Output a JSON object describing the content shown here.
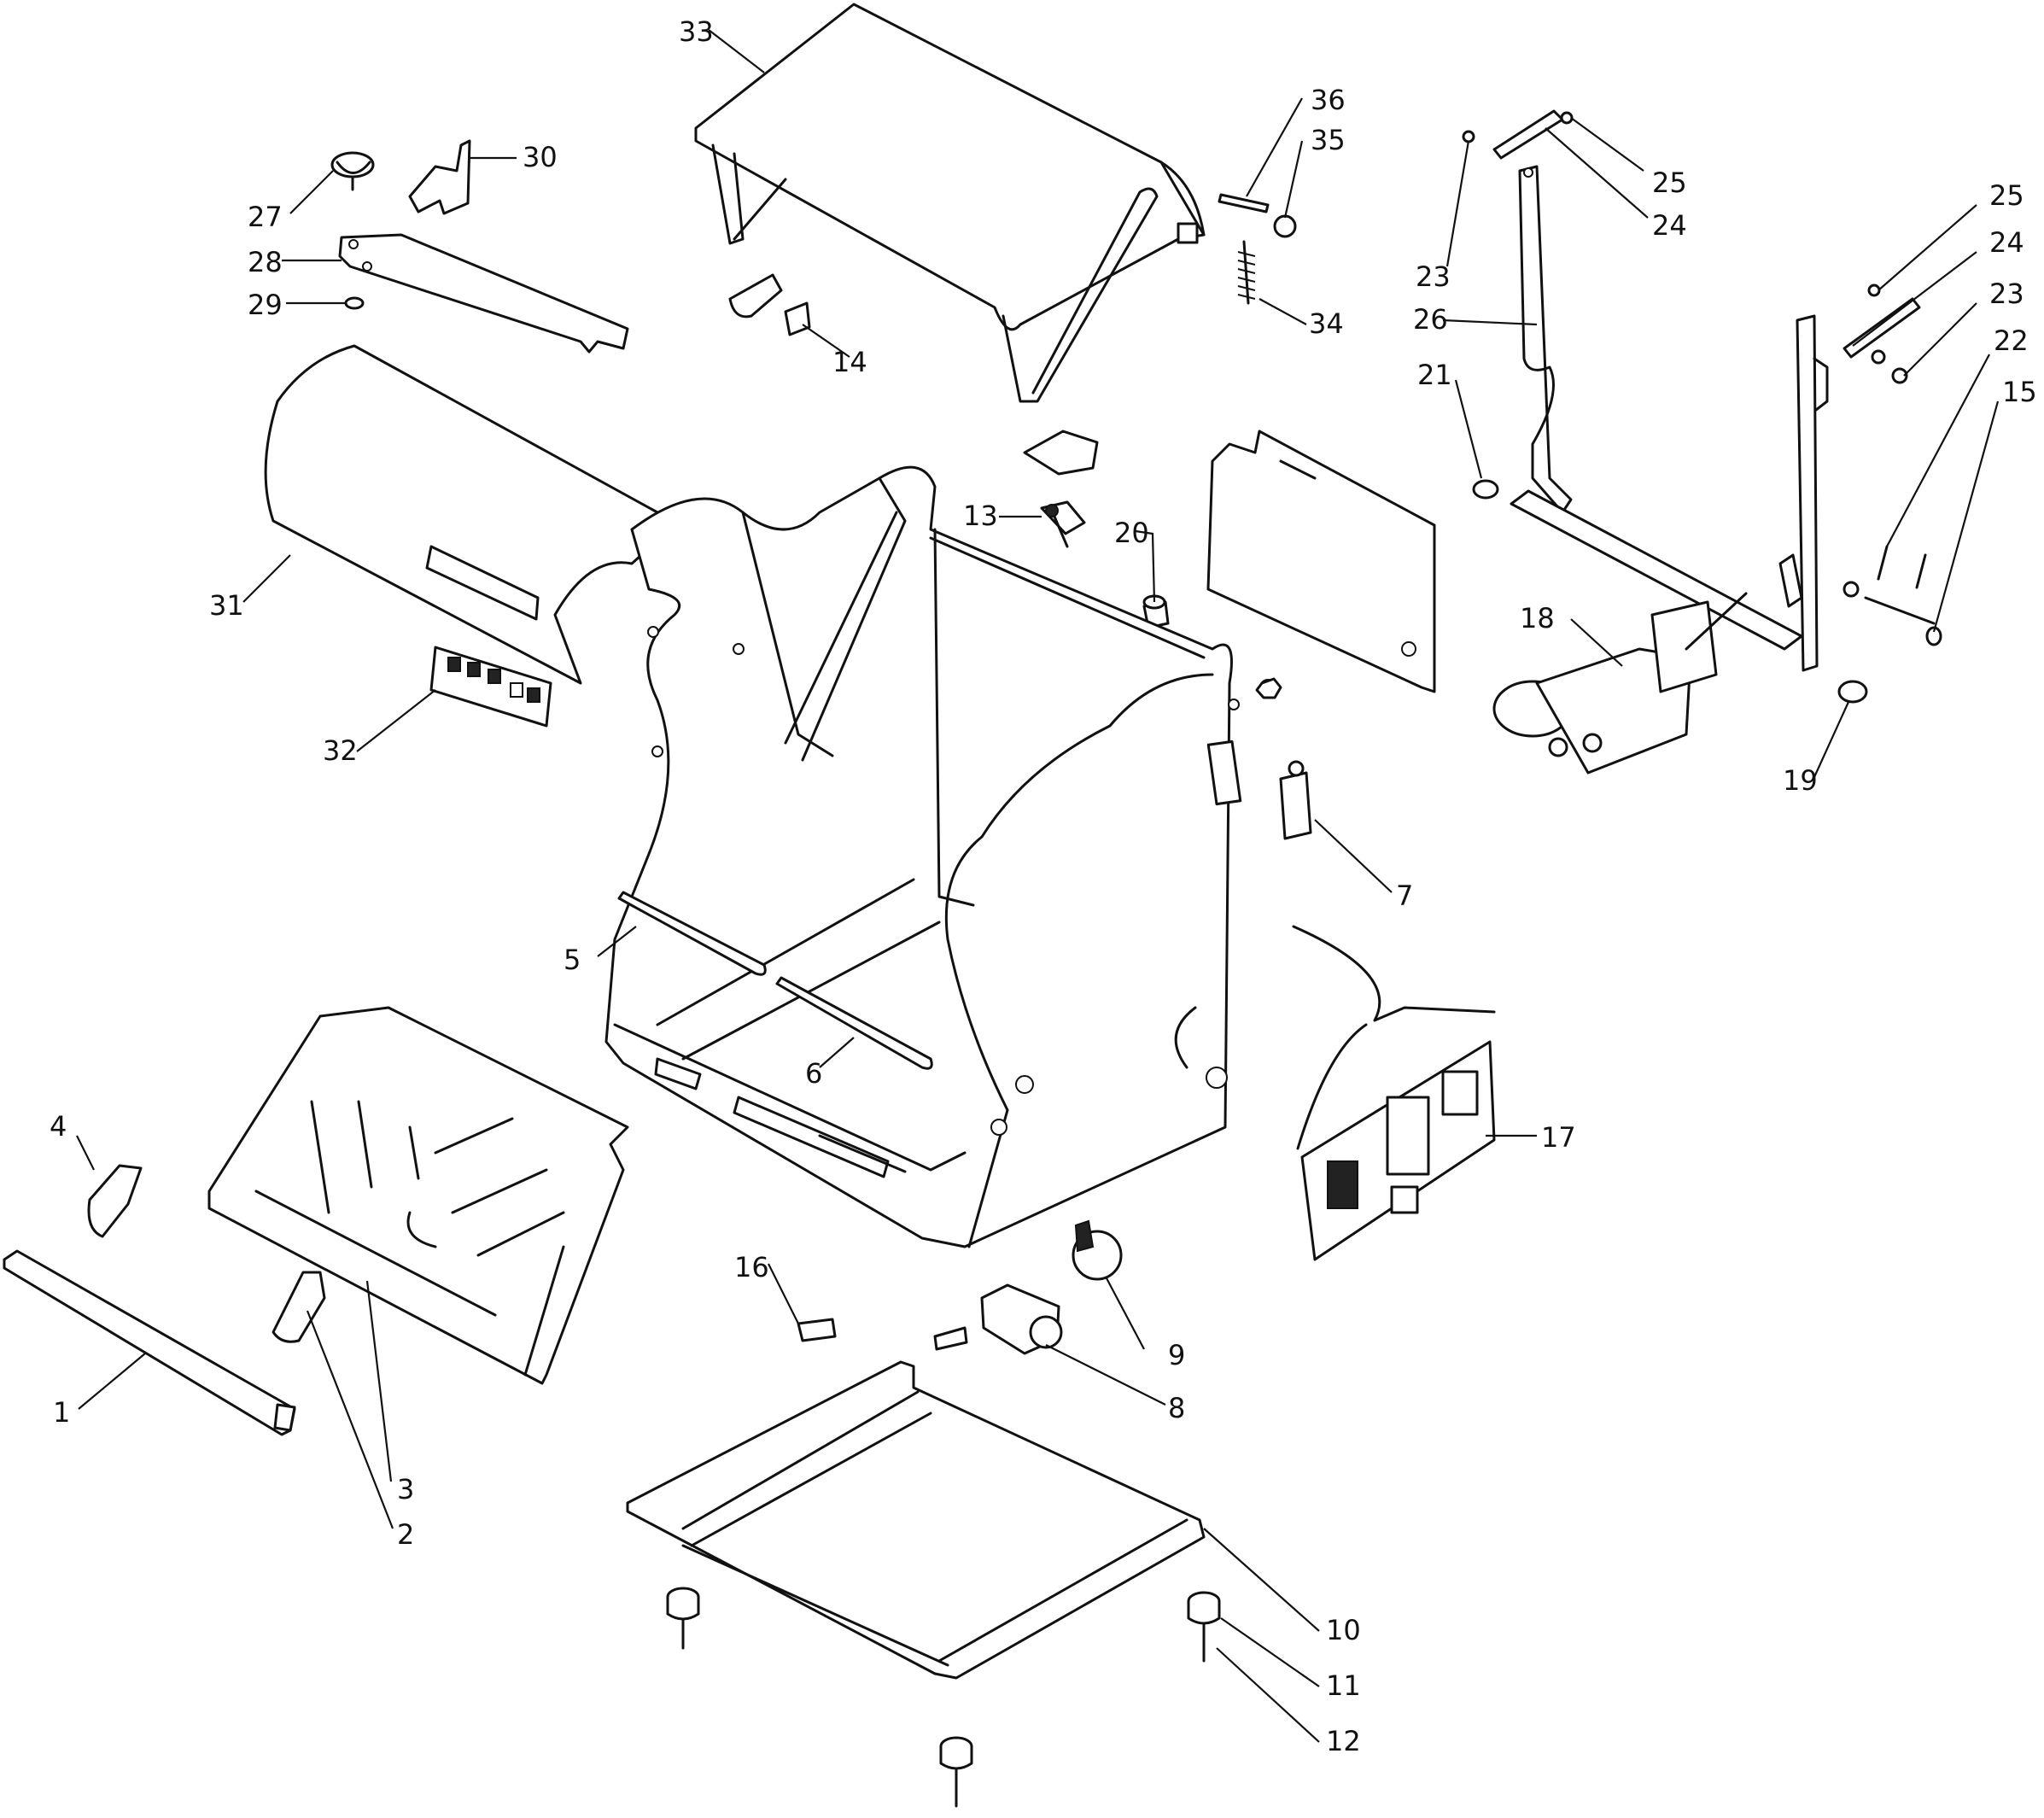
{
  "title": "",
  "callouts": [
    {
      "id": "1",
      "label": "1"
    },
    {
      "id": "2",
      "label": "2"
    },
    {
      "id": "3",
      "label": "3"
    },
    {
      "id": "4",
      "label": "4"
    },
    {
      "id": "5",
      "label": "5"
    },
    {
      "id": "6",
      "label": "6"
    },
    {
      "id": "7",
      "label": "7"
    },
    {
      "id": "8",
      "label": "8"
    },
    {
      "id": "9",
      "label": "9"
    },
    {
      "id": "10",
      "label": "10"
    },
    {
      "id": "11",
      "label": "11"
    },
    {
      "id": "12",
      "label": "12"
    },
    {
      "id": "13",
      "label": "13"
    },
    {
      "id": "14",
      "label": "14"
    },
    {
      "id": "15",
      "label": "15"
    },
    {
      "id": "16",
      "label": "16"
    },
    {
      "id": "17",
      "label": "17"
    },
    {
      "id": "18",
      "label": "18"
    },
    {
      "id": "19",
      "label": "19"
    },
    {
      "id": "20",
      "label": "20"
    },
    {
      "id": "21",
      "label": "21"
    },
    {
      "id": "22",
      "label": "22"
    },
    {
      "id": "23a",
      "label": "23"
    },
    {
      "id": "23b",
      "label": "23"
    },
    {
      "id": "24a",
      "label": "24"
    },
    {
      "id": "24b",
      "label": "24"
    },
    {
      "id": "25a",
      "label": "25"
    },
    {
      "id": "25b",
      "label": "25"
    },
    {
      "id": "26",
      "label": "26"
    },
    {
      "id": "27",
      "label": "27"
    },
    {
      "id": "28",
      "label": "28"
    },
    {
      "id": "29",
      "label": "29"
    },
    {
      "id": "30",
      "label": "30"
    },
    {
      "id": "31",
      "label": "31"
    },
    {
      "id": "32",
      "label": "32"
    },
    {
      "id": "33",
      "label": "33"
    },
    {
      "id": "34",
      "label": "34"
    },
    {
      "id": "35",
      "label": "35"
    },
    {
      "id": "36",
      "label": "36"
    }
  ]
}
